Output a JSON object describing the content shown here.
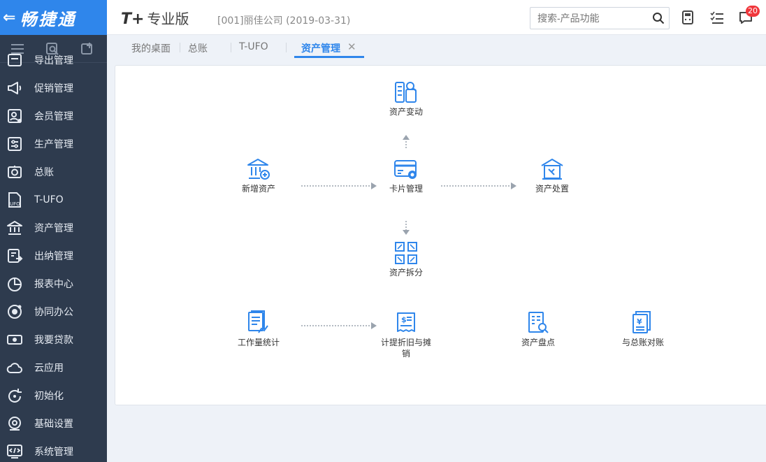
{
  "brand": {
    "back_icon": "arrow-left-icon",
    "name": "畅捷通"
  },
  "header": {
    "logo_mark": "T+",
    "logo_text": "专业版",
    "company": "[001]丽佳公司   (2019-03-31)",
    "search_placeholder": "搜索-产品功能",
    "notification_count": "20"
  },
  "sidebar": {
    "items": [
      {
        "label": "导出管理",
        "icon": "cart-icon"
      },
      {
        "label": "促销管理",
        "icon": "megaphone-icon"
      },
      {
        "label": "会员管理",
        "icon": "member-card-icon"
      },
      {
        "label": "生产管理",
        "icon": "sliders-icon"
      },
      {
        "label": "总账",
        "icon": "ledger-icon"
      },
      {
        "label": "T-UFO",
        "icon": "ufo-doc-icon"
      },
      {
        "label": "资产管理",
        "icon": "bank-icon"
      },
      {
        "label": "出纳管理",
        "icon": "cashier-icon"
      },
      {
        "label": "报表中心",
        "icon": "pie-chart-icon"
      },
      {
        "label": "协同办公",
        "icon": "collab-icon"
      },
      {
        "label": "我要贷款",
        "icon": "cash-icon"
      },
      {
        "label": "云应用",
        "icon": "cloud-icon"
      },
      {
        "label": "初始化",
        "icon": "refresh-icon"
      },
      {
        "label": "基础设置",
        "icon": "settings-icon"
      },
      {
        "label": "系统管理",
        "icon": "code-icon"
      }
    ]
  },
  "tabs": [
    {
      "label": "我的桌面"
    },
    {
      "label": "总账"
    },
    {
      "label": "T-UFO"
    },
    {
      "label": "资产管理"
    }
  ],
  "flow": {
    "nodes": {
      "change": "资产变动",
      "add": "新增资产",
      "card": "卡片管理",
      "dispose": "资产处置",
      "split": "资产拆分",
      "workload": "工作量统计",
      "depreciation": "计提折旧与摊销",
      "inventory": "资产盘点",
      "reconcile": "与总账对账"
    }
  },
  "colors": {
    "accent": "#2f86eb",
    "sidebar": "#2e3b4e",
    "badge": "#f0373c"
  }
}
